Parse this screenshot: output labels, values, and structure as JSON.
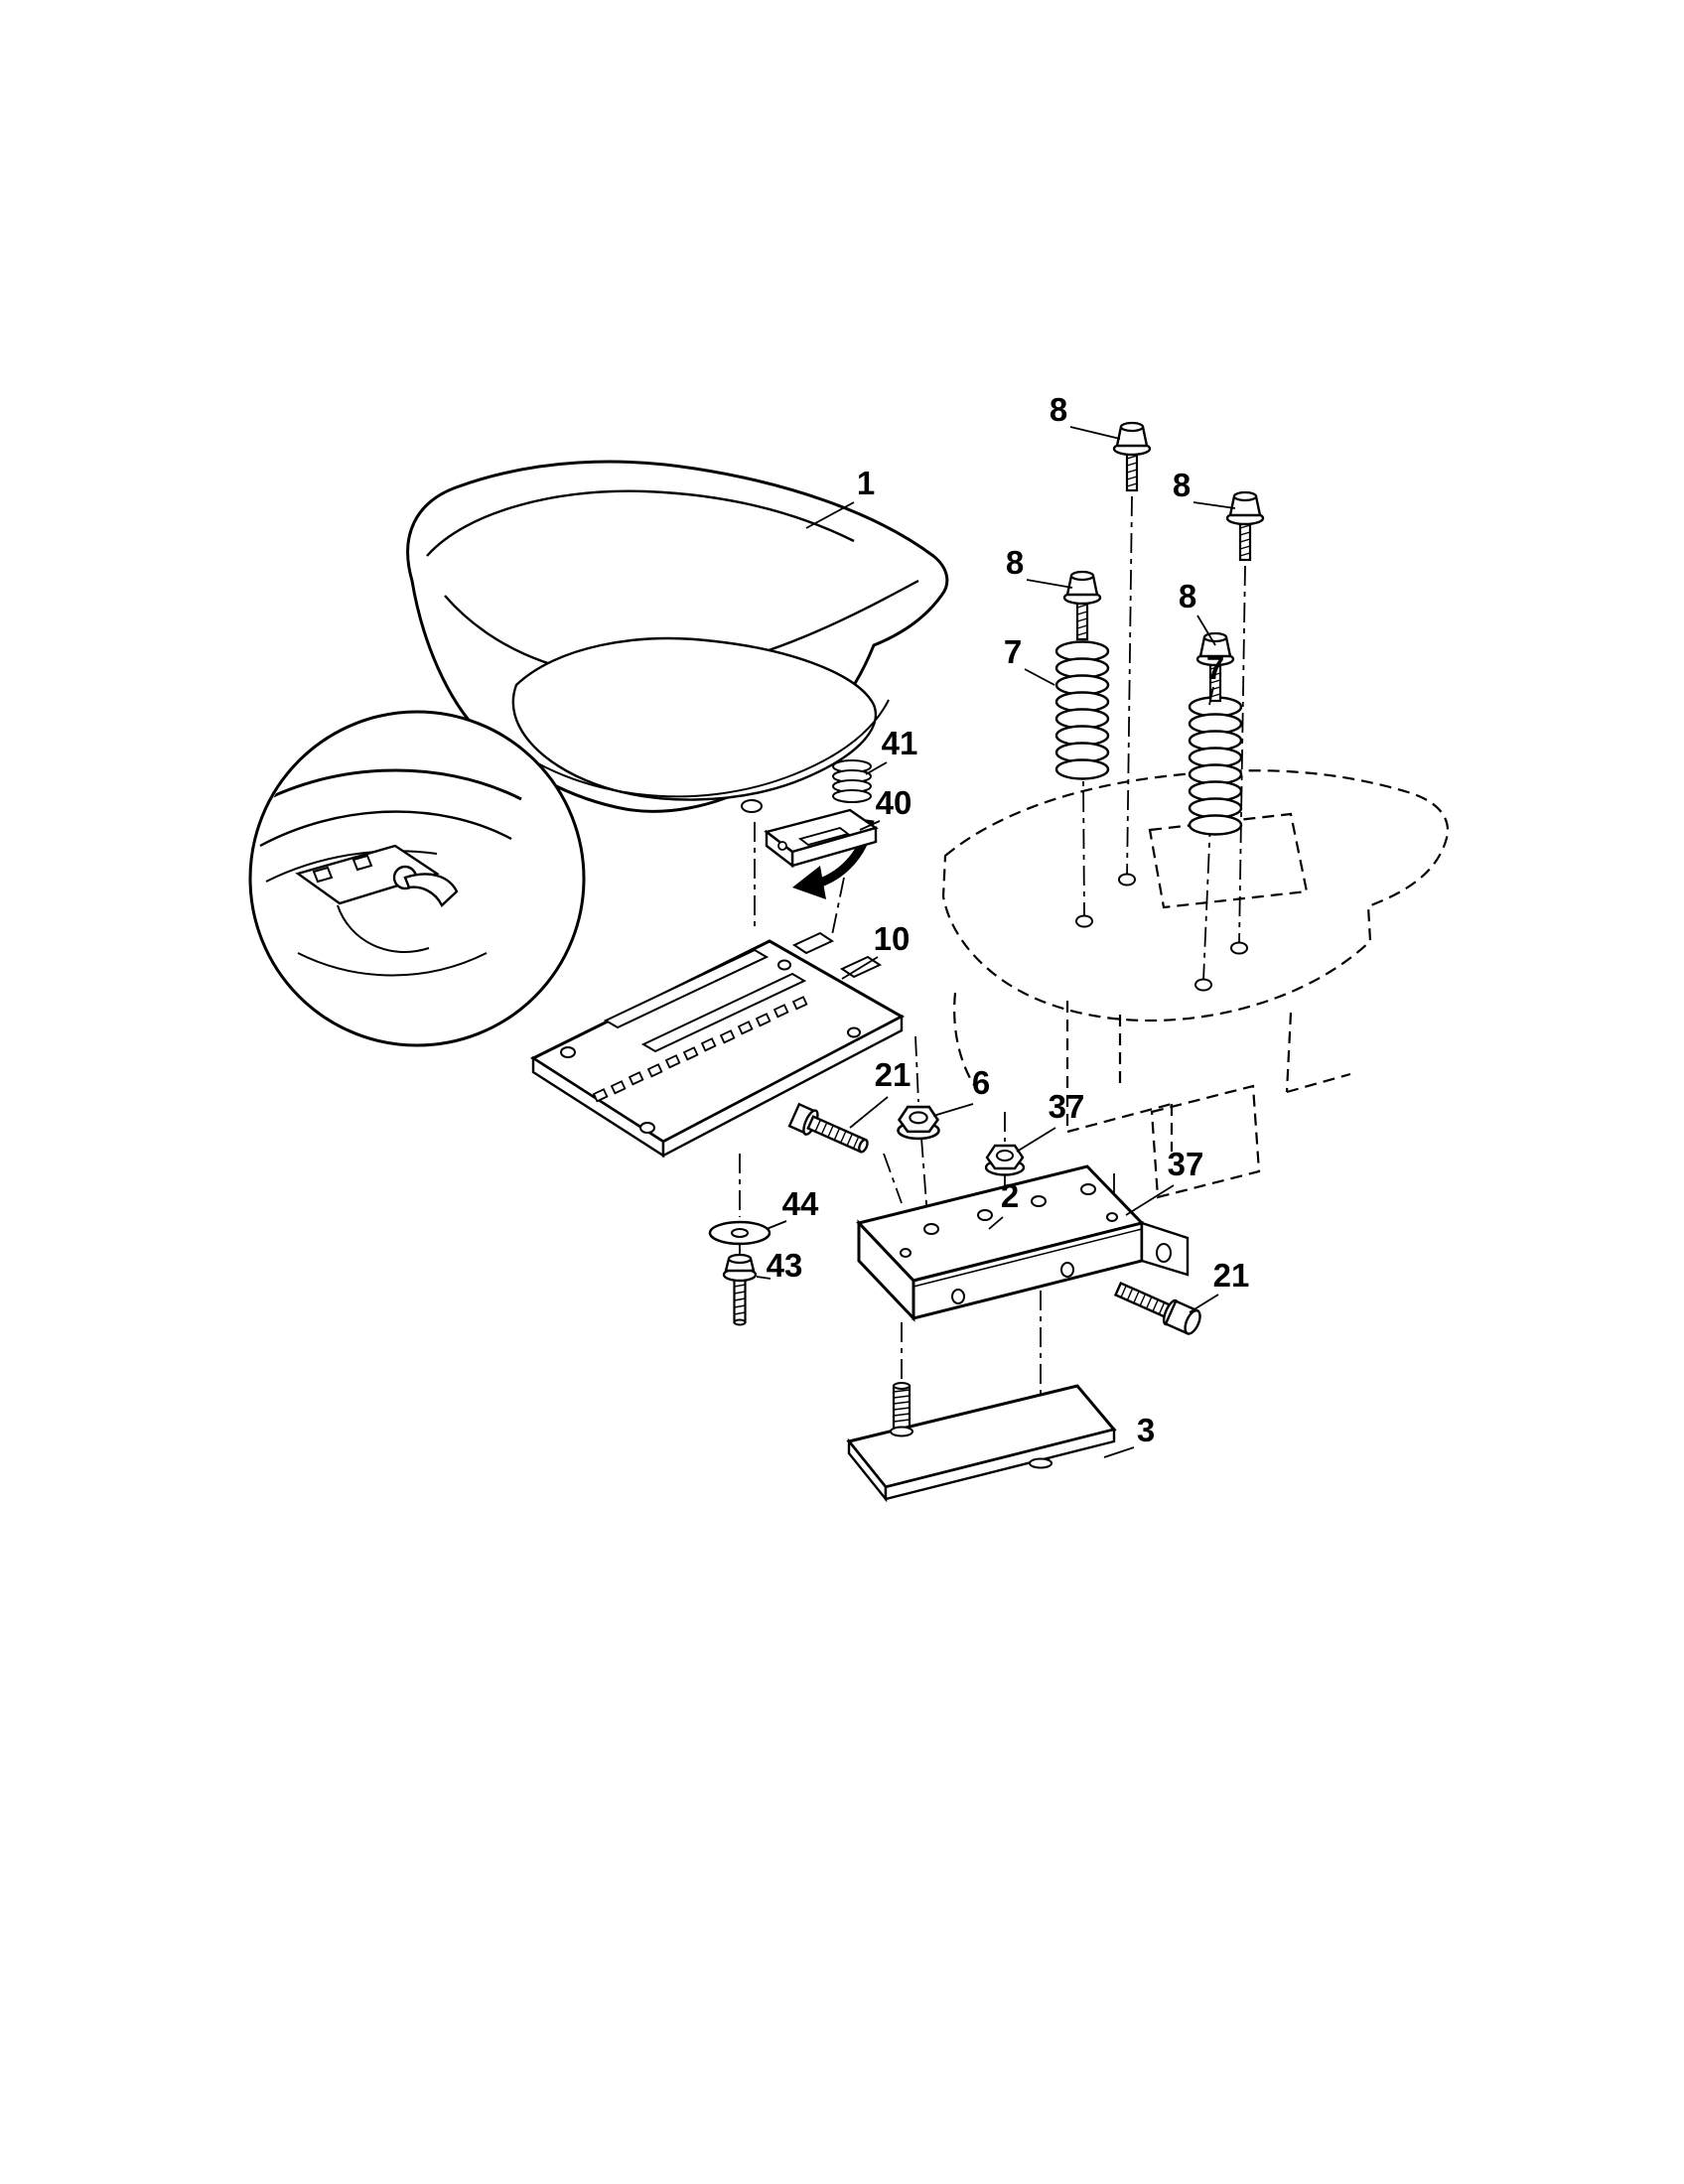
{
  "figure": {
    "type": "exploded-parts-diagram",
    "subject": "Tractor seat assembly",
    "background_color": "#ffffff",
    "line_color": "#000000"
  },
  "callouts": [
    {
      "label": "8",
      "part": "mounting-bolt-rear-left"
    },
    {
      "label": "8",
      "part": "mounting-bolt-rear-right"
    },
    {
      "label": "8",
      "part": "mounting-bolt-front-left"
    },
    {
      "label": "8",
      "part": "mounting-bolt-front-right"
    },
    {
      "label": "7",
      "part": "seat-spring-left"
    },
    {
      "label": "7",
      "part": "seat-spring-right"
    },
    {
      "label": "1",
      "part": "seat"
    },
    {
      "label": "41",
      "part": "compression-spring"
    },
    {
      "label": "40",
      "part": "adjustment-handle"
    },
    {
      "label": "10",
      "part": "seat-pan"
    },
    {
      "label": "21",
      "part": "shoulder-bolt-left"
    },
    {
      "label": "6",
      "part": "lock-nut"
    },
    {
      "label": "37",
      "part": "flange-nut-upper"
    },
    {
      "label": "37",
      "part": "flange-nut-lower"
    },
    {
      "label": "2",
      "part": "seat-bracket"
    },
    {
      "label": "44",
      "part": "washer"
    },
    {
      "label": "43",
      "part": "hex-bolt"
    },
    {
      "label": "21",
      "part": "shoulder-bolt-right"
    },
    {
      "label": "3",
      "part": "mounting-plate"
    }
  ]
}
